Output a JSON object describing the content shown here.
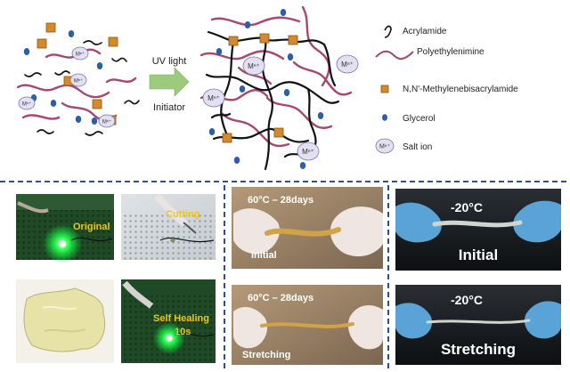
{
  "scheme": {
    "process": {
      "line1": "UV light",
      "line2": "Initiator"
    },
    "salt_label": "Mⁿ⁺",
    "legend": [
      {
        "key": "acrylamide",
        "label": "Acrylamide"
      },
      {
        "key": "polyethylenimine",
        "label": "Polyethylenimine"
      },
      {
        "key": "mba",
        "label": "N,N'-Methylenebisacrylamide"
      },
      {
        "key": "glycerol",
        "label": "Glycerol"
      },
      {
        "key": "salt",
        "label": "Salt ion"
      }
    ]
  },
  "colors": {
    "pei": "#a8466e",
    "acrylamide": "#111111",
    "crosslinker": "#d4892a",
    "glycerol": "#2c5faa",
    "salt_fill": "#e3e1f1",
    "salt_stroke": "#7a73a8",
    "arrow": "#9ccb7c",
    "divider": "#2f4f9a",
    "photo_label": "#f0c419"
  },
  "panels": {
    "healing": {
      "original": "Original",
      "cutting": "Cutting",
      "self_healing_1": "Self Healing",
      "self_healing_2": "10s"
    },
    "heat": {
      "temp": "60°C – 28days",
      "initial": "Initial",
      "stretching": "Stretching"
    },
    "cold": {
      "temp": "-20°C",
      "initial": "Initial",
      "stretching": "Stretching"
    }
  }
}
